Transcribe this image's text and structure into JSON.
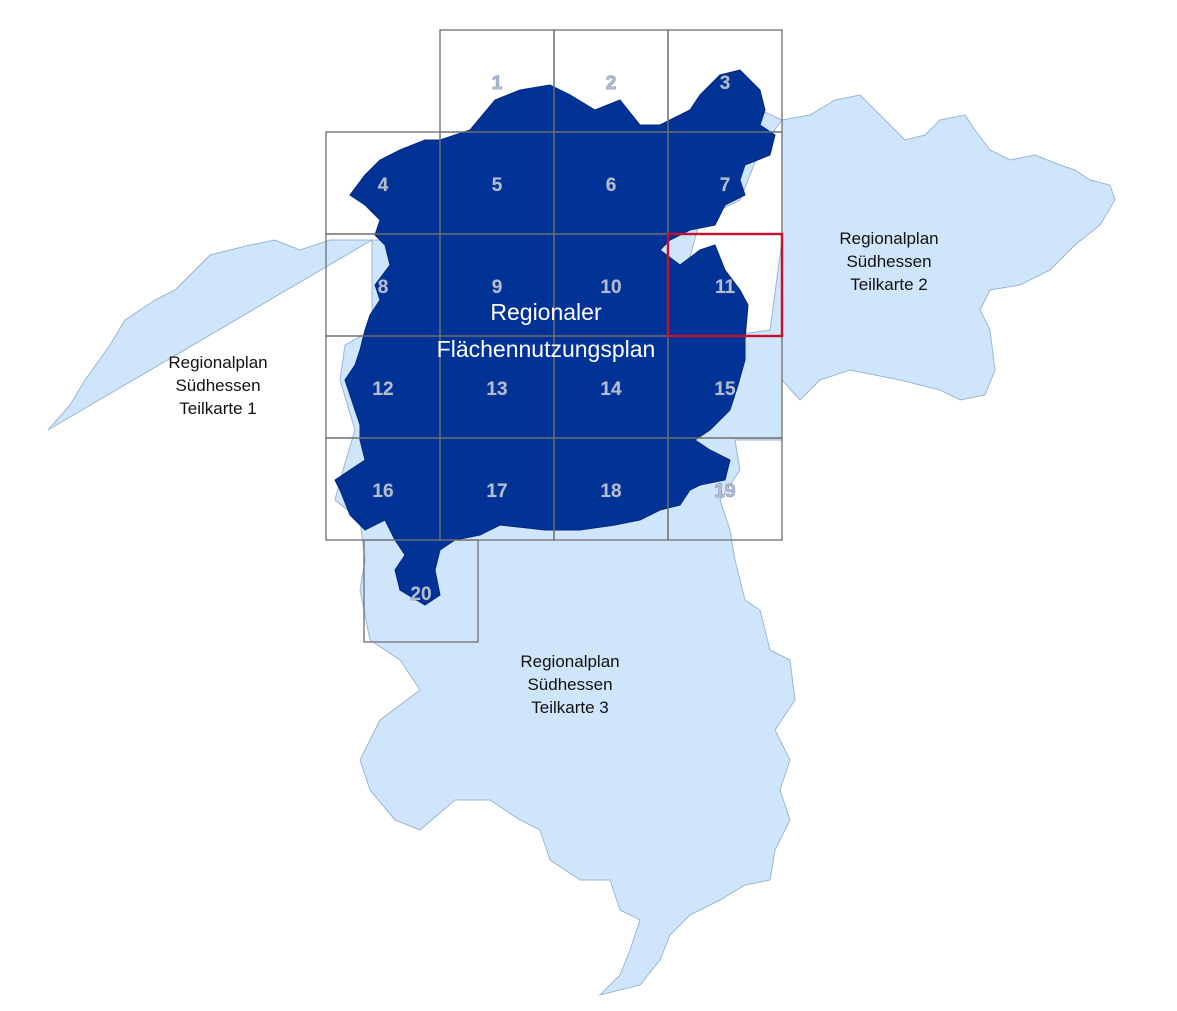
{
  "map": {
    "colors": {
      "regionalplan": "#cfe5fb",
      "flaechennutzungsplan": "#013397",
      "tile_grid": "#6e6e6e",
      "selected_tile": "#c8102e",
      "tile_number": "#b6bccb"
    },
    "areas": {
      "teilkarte1": {
        "line1": "Regionalplan",
        "line2": "Südhessen",
        "line3": "Teilkarte 1"
      },
      "teilkarte2": {
        "line1": "Regionalplan",
        "line2": "Südhessen",
        "line3": "Teilkarte 2"
      },
      "teilkarte3": {
        "line1": "Regionalplan",
        "line2": "Südhessen",
        "line3": "Teilkarte 3"
      },
      "rfnp": {
        "line1": "Regionaler",
        "line2": "Flächennutzungsplan"
      }
    },
    "tiles": {
      "t1": "1",
      "t2": "2",
      "t3": "3",
      "t4": "4",
      "t5": "5",
      "t6": "6",
      "t7": "7",
      "t8": "8",
      "t9": "9",
      "t10": "10",
      "t11": "11",
      "t12": "12",
      "t13": "13",
      "t14": "14",
      "t15": "15",
      "t16": "16",
      "t17": "17",
      "t18": "18",
      "t19": "19",
      "t20": "20"
    },
    "selected_tile": "11"
  }
}
